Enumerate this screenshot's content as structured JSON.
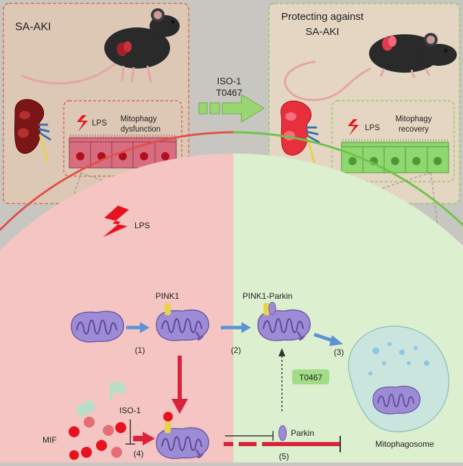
{
  "panels": {
    "left": {
      "title": "SA-AKI",
      "lps_label": "LPS",
      "status_line1": "Mitophagy",
      "status_line2": "dysfunction"
    },
    "right": {
      "title_line1": "Protecting against",
      "title_line2": "SA-AKI",
      "lps_label": "LPS",
      "status_line1": "Mitophagy",
      "status_line2": "recovery"
    }
  },
  "treatment": {
    "line1": "ISO-1",
    "line2": "T0467"
  },
  "cell": {
    "lps_label": "LPS",
    "pink1_label": "PINK1",
    "pink1_parkin_label": "PINK1-Parkin",
    "step1": "(1)",
    "step2": "(2)",
    "step3": "(3)",
    "step4": "(4)",
    "step5": "(5)",
    "t0467_label": "T0467",
    "iso1_label": "ISO-1",
    "mif_label": "MIF",
    "parkin_label": "Parkin",
    "mitophagosome_label": "Mitophagosome"
  },
  "colors": {
    "left_bg": "#f4c5c3",
    "right_bg": "#dcefcf",
    "blue_arrow": "#5b93d6",
    "red_arrow": "#d9233a",
    "green_arrow": "#9ad672",
    "mito_fill": "#9d8bd6",
    "mif_red": "#e8121e",
    "mif_pink": "#e46e74",
    "t0467_box": "#a3dc86"
  }
}
